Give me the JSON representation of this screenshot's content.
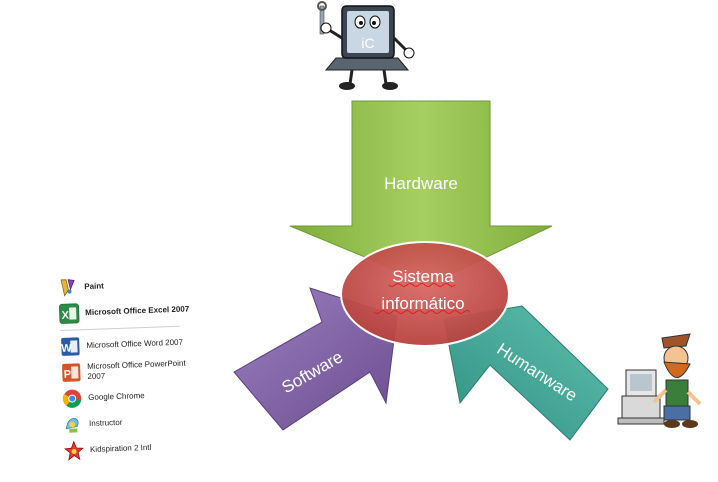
{
  "diagram": {
    "arrows": {
      "top": {
        "label": "Hardware",
        "color": "#92c050"
      },
      "left": {
        "label": "Software",
        "color": "#8064a2"
      },
      "right": {
        "label": "Humanware",
        "color": "#4bacc6"
      }
    },
    "center": {
      "line1": "Sistema",
      "line2": "informático",
      "color": "#c0504d"
    },
    "computer_mascot": {
      "screen_text": "iC"
    }
  },
  "program_list": {
    "items": [
      {
        "label": "Paint",
        "icon": "paint-icon",
        "bold": true
      },
      {
        "label": "Microsoft Office Excel 2007",
        "icon": "excel-icon",
        "bold": true
      },
      {
        "label": "Microsoft Office Word 2007",
        "icon": "word-icon",
        "bold": false
      },
      {
        "label": "Microsoft Office PowerPoint 2007",
        "icon": "powerpoint-icon",
        "bold": false
      },
      {
        "label": "Google Chrome",
        "icon": "chrome-icon",
        "bold": false
      },
      {
        "label": "Instructor",
        "icon": "instructor-icon",
        "bold": false
      },
      {
        "label": "Kidspiration 2 Intl",
        "icon": "kidspiration-icon",
        "bold": false
      }
    ]
  }
}
